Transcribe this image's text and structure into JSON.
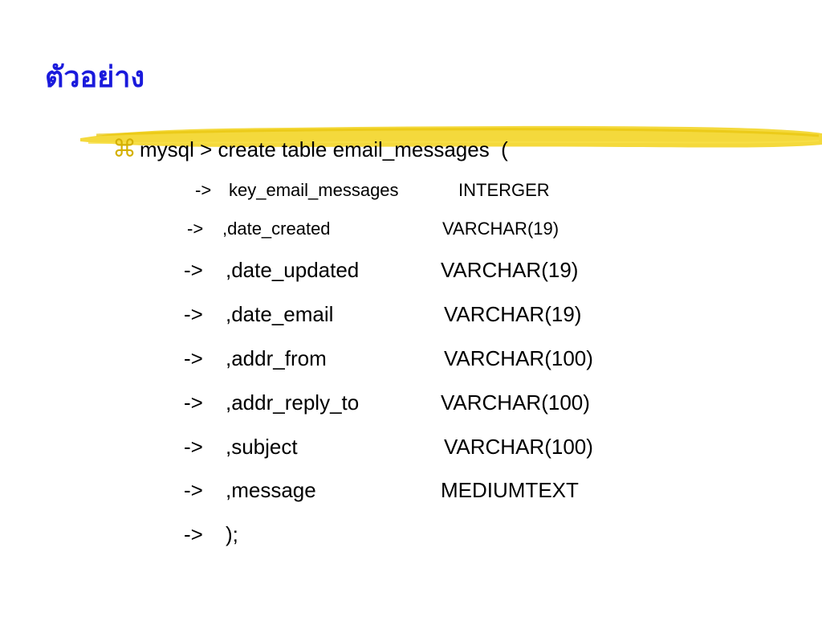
{
  "title": "ตัวอย่าง",
  "bullet": {
    "icon": "command-key-icon",
    "symbol": "⌘",
    "text": "mysql > create table email_messages  ("
  },
  "lines": [
    {
      "arrow": "->",
      "field": "key_email_messages",
      "type": "INTERGER"
    },
    {
      "arrow": "->",
      "field": ",date_created",
      "type": "VARCHAR(19)"
    },
    {
      "arrow": "->",
      "field": ",date_updated",
      "type": "VARCHAR(19)"
    },
    {
      "arrow": "->",
      "field": ",date_email",
      "type": "VARCHAR(19)"
    },
    {
      "arrow": "->",
      "field": ",addr_from",
      "type": "VARCHAR(100)"
    },
    {
      "arrow": "->",
      "field": ",addr_reply_to",
      "type": "VARCHAR(100)"
    },
    {
      "arrow": "->",
      "field": ",subject",
      "type": "VARCHAR(100)"
    },
    {
      "arrow": "->",
      "field": ",message",
      "type": "MEDIUMTEXT"
    },
    {
      "arrow": "->",
      "field": ");",
      "type": ""
    }
  ],
  "colors": {
    "title": "#1a1adc",
    "highlight": "#f2d21a",
    "bullet_icon": "#d4b000"
  }
}
